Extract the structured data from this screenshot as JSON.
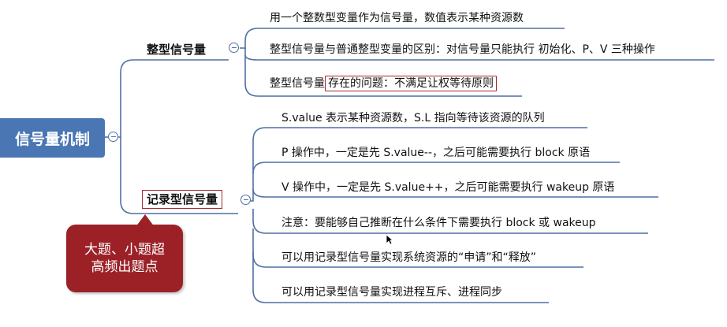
{
  "root": {
    "label": "信号量机制"
  },
  "integer_semaphore": {
    "label": "整型信号量",
    "items": [
      {
        "text": "用一个整数型变量作为信号量，数值表示某种资源数"
      },
      {
        "text": "整型信号量与普通整型变量的区别：对信号量只能执行 初始化、P、V 三种操作"
      },
      {
        "prefix": "整型信号量",
        "highlight": "存在的问题：不满足让权等待原则"
      }
    ]
  },
  "record_semaphore": {
    "label": "记录型信号量",
    "items": [
      {
        "text": "S.value 表示某种资源数，S.L 指向等待该资源的队列"
      },
      {
        "text": "P 操作中，一定是先 S.value--，之后可能需要执行 block 原语"
      },
      {
        "text": "V 操作中，一定是先 S.value++，之后可能需要执行 wakeup 原语"
      },
      {
        "text": "注意：要能够自己推断在什么条件下需要执行 block 或 wakeup"
      },
      {
        "text": "可以用记录型信号量实现系统资源的“申请”和“释放”"
      },
      {
        "text": "可以用记录型信号量实现进程互斥、进程同步"
      }
    ]
  },
  "callout": {
    "line1": "大题、小题超",
    "line2": "高频出题点"
  },
  "colors": {
    "root_bg": "#4a76b4",
    "connector": "#4f6fa5",
    "highlight_border": "#a8282c",
    "callout_bg": "#9c2127"
  }
}
